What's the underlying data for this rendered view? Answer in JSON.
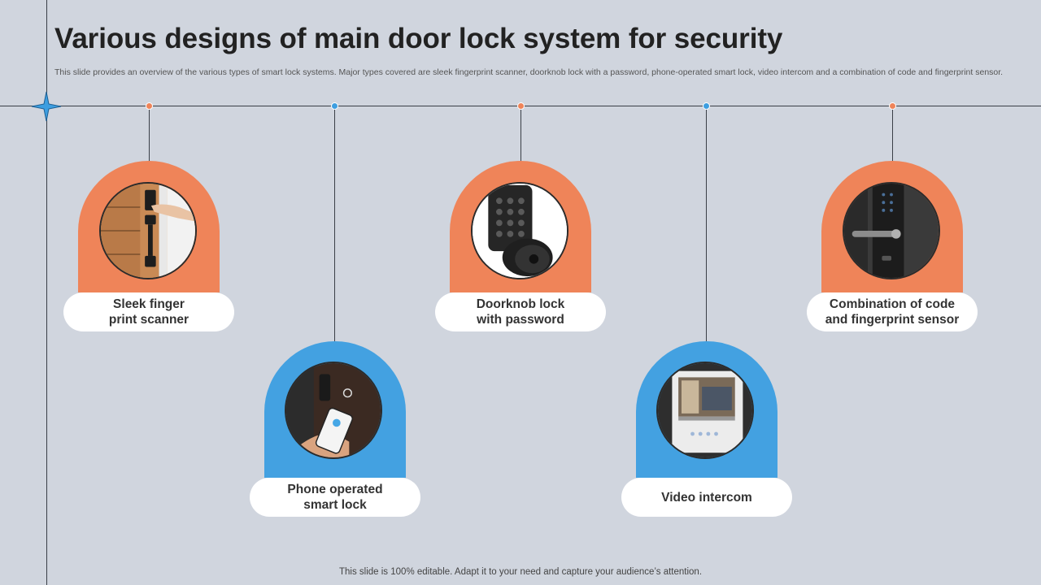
{
  "header": {
    "title": "Various designs of main door lock system for security",
    "subtitle": "This slide provides an overview of the various types of smart lock systems. Major types covered are sleek fingerprint scanner, doorknob lock with a password, phone-operated smart lock, video intercom and a combination of code and fingerprint sensor."
  },
  "colors": {
    "accent_orange": "#ef8459",
    "accent_blue": "#43a1e1",
    "background": "#d0d5de"
  },
  "cards": [
    {
      "label_line1": "Sleek finger",
      "label_line2": "print scanner",
      "color": "orange",
      "image": "fingerprint-lock-photo"
    },
    {
      "label_line1": "Phone operated",
      "label_line2": "smart lock",
      "color": "blue",
      "image": "phone-lock-photo"
    },
    {
      "label_line1": "Doorknob lock",
      "label_line2": "with password",
      "color": "orange",
      "image": "keypad-doorknob-photo"
    },
    {
      "label_line1": "Video intercom",
      "label_line2": "",
      "color": "blue",
      "image": "video-intercom-photo"
    },
    {
      "label_line1": "Combination of code",
      "label_line2": "and fingerprint sensor",
      "color": "orange",
      "image": "code-fingerprint-lock-photo"
    }
  ],
  "icons": {
    "timeline_marker": "four-point-star-icon"
  },
  "footer": {
    "note": "This slide is 100% editable. Adapt it to your need and capture your audience’s attention."
  }
}
